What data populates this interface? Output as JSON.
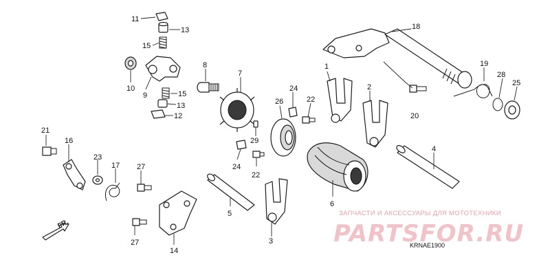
{
  "watermark": {
    "caption": "ЗАПЧАСТИ И АКСЕССУАРЫ ДЛЯ МОТОТЕХНИКИ",
    "logo": "PARTSFOR.RU",
    "color": "#e07888"
  },
  "diagram_code": "KRNAE1900",
  "direction_label": "FR.",
  "callouts": {
    "c11": "11",
    "c13a": "13",
    "c15a": "15",
    "c10": "10",
    "c9": "9",
    "c15b": "15",
    "c13b": "13",
    "c12": "12",
    "c8": "8",
    "c7": "7",
    "c24a": "24",
    "c26": "26",
    "c22a": "22",
    "c29": "29",
    "c24b": "24",
    "c22b": "22",
    "c1": "1",
    "c2": "2",
    "c18": "18",
    "c19": "19",
    "c28": "28",
    "c25": "25",
    "c20": "20",
    "c4": "4",
    "c6": "6",
    "c3": "3",
    "c5": "5",
    "c21": "21",
    "c16": "16",
    "c23": "23",
    "c17": "17",
    "c27a": "27",
    "c27b": "27",
    "c14": "14"
  }
}
